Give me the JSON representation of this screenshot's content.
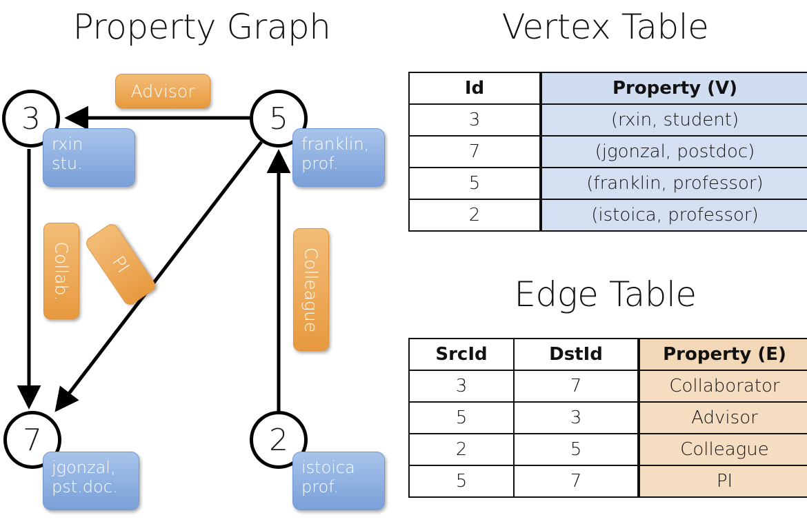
{
  "panels": {
    "graph_title": "Property Graph",
    "vertex_title": "Vertex Table",
    "edge_title": "Edge Table"
  },
  "colors": {
    "vertex_property_fill": "#d4dff1",
    "edge_property_fill": "#f5ddc2",
    "node_property_box": "#91b2e2",
    "edge_label_box": "#eeab5c",
    "stroke": "#111111"
  },
  "graph": {
    "nodes": [
      {
        "id": "3",
        "property": "rxin\nstu."
      },
      {
        "id": "5",
        "property": "franklin,\nprof."
      },
      {
        "id": "7",
        "property": "jgonzal,\npst.doc."
      },
      {
        "id": "2",
        "property": "istoica\nprof."
      }
    ],
    "node_labels": {
      "n3": "3",
      "n5": "5",
      "n7": "7",
      "n2": "2"
    },
    "node_props": {
      "rxin_line1": "rxin",
      "rxin_line2": "stu.",
      "franklin_line1": "franklin,",
      "franklin_line2": "prof.",
      "jgonzal_line1": "jgonzal,",
      "jgonzal_line2": "pst.doc.",
      "istoica_line1": "istoica",
      "istoica_line2": "prof."
    },
    "edge_labels": {
      "advisor": "Advisor",
      "collab": "Collab.",
      "pi": "PI",
      "colleague": "Colleague"
    },
    "edges": [
      {
        "src": "5",
        "dst": "3",
        "label": "Advisor"
      },
      {
        "src": "3",
        "dst": "7",
        "label": "Collab."
      },
      {
        "src": "5",
        "dst": "7",
        "label": "PI"
      },
      {
        "src": "2",
        "dst": "5",
        "label": "Colleague"
      }
    ]
  },
  "vertex_table": {
    "headers": [
      "Id",
      "Property (V)"
    ],
    "rows": [
      {
        "id": "3",
        "property": "(rxin, student)"
      },
      {
        "id": "7",
        "property": "(jgonzal, postdoc)"
      },
      {
        "id": "5",
        "property": "(franklin, professor)"
      },
      {
        "id": "2",
        "property": "(istoica, professor)"
      }
    ]
  },
  "edge_table": {
    "headers": [
      "SrcId",
      "DstId",
      "Property (E)"
    ],
    "rows": [
      {
        "src": "3",
        "dst": "7",
        "property": "Collaborator"
      },
      {
        "src": "5",
        "dst": "3",
        "property": "Advisor"
      },
      {
        "src": "2",
        "dst": "5",
        "property": "Colleague"
      },
      {
        "src": "5",
        "dst": "7",
        "property": "PI"
      }
    ]
  }
}
